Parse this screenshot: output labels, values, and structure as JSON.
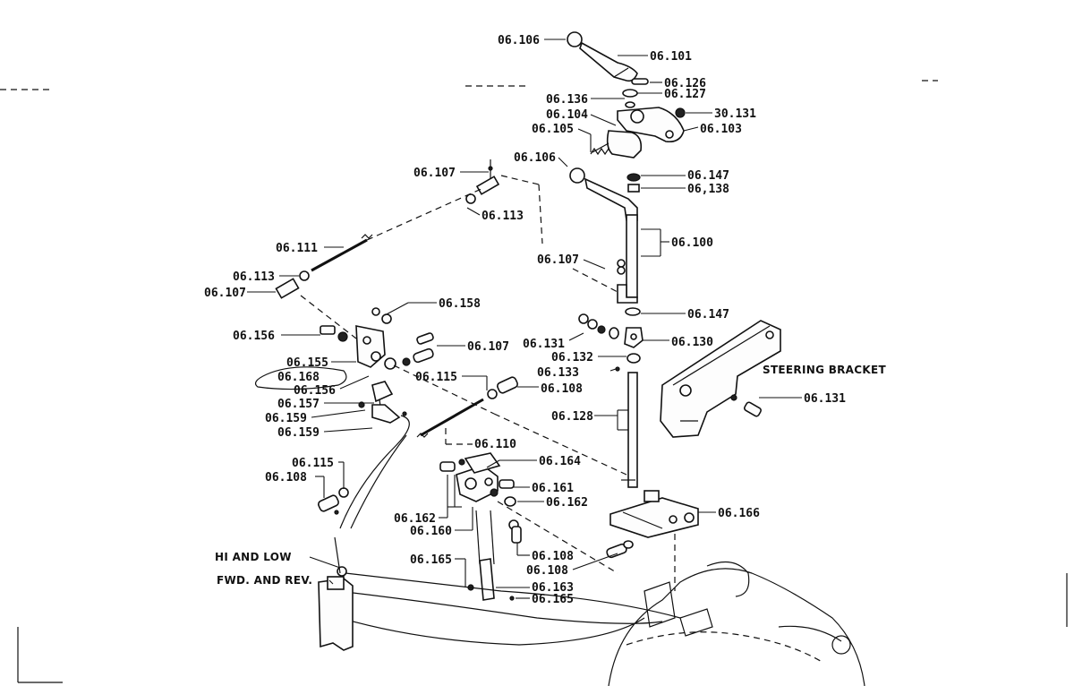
{
  "callouts": {
    "c_06_106_top": "06.106",
    "c_06_101": "06.101",
    "c_06_126": "06.126",
    "c_06_136": "06.136",
    "c_06_127": "06.127",
    "c_06_104": "06.104",
    "c_30_131": "30.131",
    "c_06_105": "06.105",
    "c_06_103": "06.103",
    "c_06_107_top": "06.107",
    "c_06_106_mid": "06.106",
    "c_06_147_top": "06.147",
    "c_06_138": "06,138",
    "c_06_113_top": "06.113",
    "c_06_100": "06.100",
    "c_06_111": "06.111",
    "c_06_107_mid": "06.107",
    "c_06_113_left": "06.113",
    "c_06_107_left": "06.107",
    "c_06_158": "06.158",
    "c_06_147_mid": "06.147",
    "c_06_156_a": "06.156",
    "c_06_131_left": "06.131",
    "c_06_130": "06.130",
    "c_06_107_right": "06.107",
    "c_06_155": "06.155",
    "c_06_132": "06.132",
    "c_06_168": "06.168",
    "c_06_133": "06.133",
    "c_06_115_top": "06.115",
    "c_06_156_b": "06.156",
    "c_06_108_top": "06.108",
    "c_06_131_right": "06.131",
    "c_06_157": "06.157",
    "c_06_128": "06.128",
    "c_06_159_a": "06.159",
    "c_06_159_b": "06.159",
    "c_06_110": "06.110",
    "c_06_164": "06.164",
    "c_06_115_left": "06.115",
    "c_06_108_left": "06.108",
    "c_06_161": "06.161",
    "c_06_162_right": "06.162",
    "c_06_162_left": "06.162",
    "c_06_166": "06.166",
    "c_06_160": "06.160",
    "c_06_108_low1": "06.108",
    "c_06_108_low2": "06.108",
    "c_06_165_a": "06.165",
    "c_06_163": "06.163",
    "c_06_165_b": "06.165"
  },
  "labels": {
    "steering_bracket": "STEERING BRACKET",
    "hi_and_low": "HI AND LOW",
    "fwd_and_rev": "FWD. AND REV."
  }
}
